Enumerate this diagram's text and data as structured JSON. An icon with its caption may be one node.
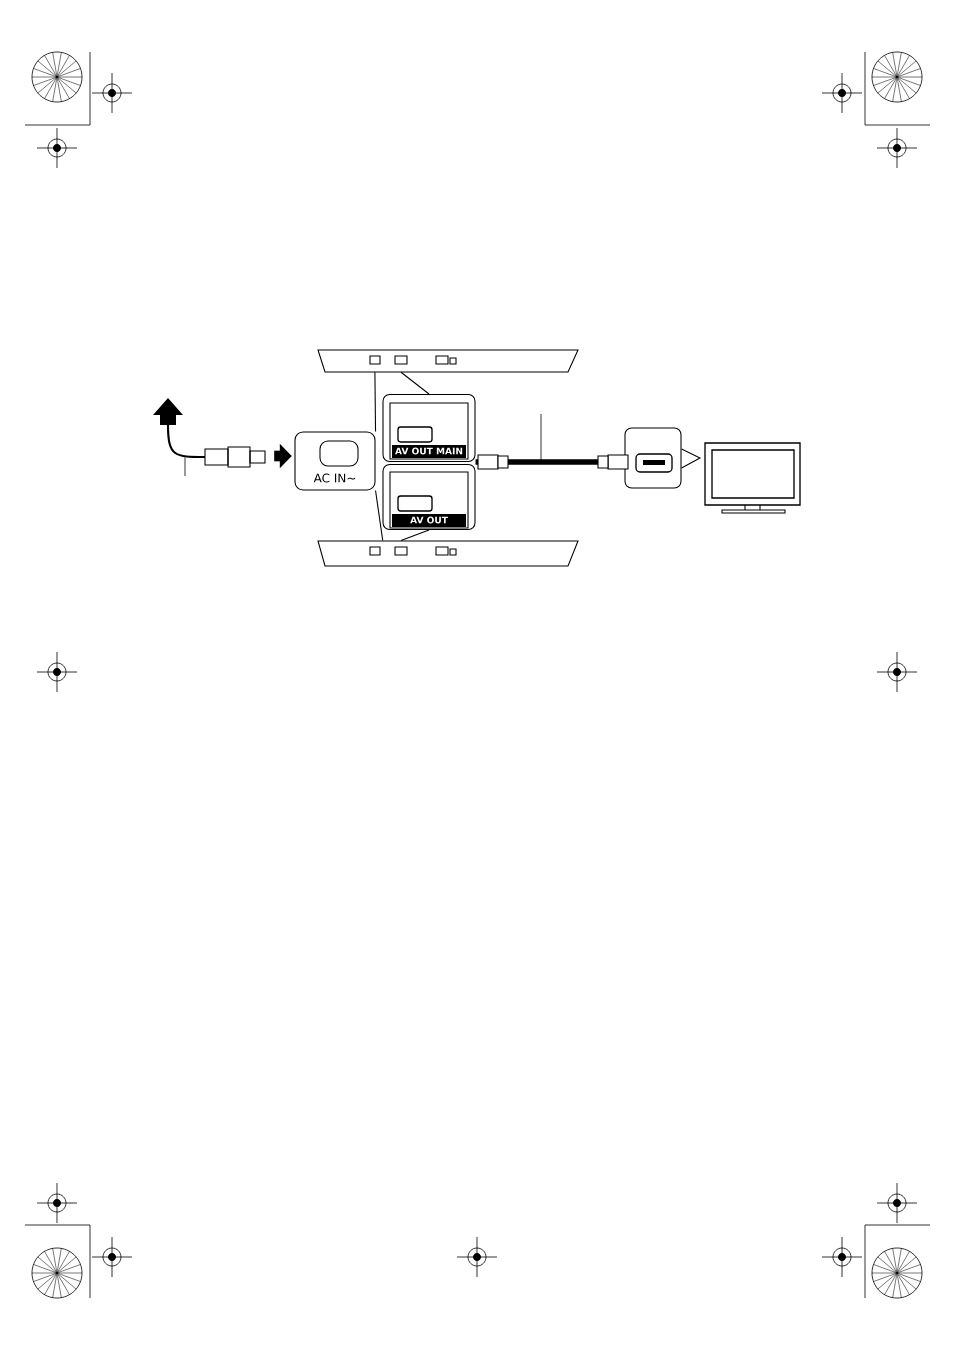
{
  "diagram": {
    "nodes": [
      {
        "text": [],
        "shape": "box"
      },
      {
        "text": [],
        "shape": "box"
      },
      {
        "text": [
          "AC IN∼"
        ]
      },
      {
        "text": [
          "AV OUT MAIN"
        ]
      },
      {
        "text": [
          "AV OUT"
        ]
      },
      {
        "text": [],
        "shape": "box"
      },
      {
        "text": [],
        "shape": "monitor"
      },
      {
        "text": [],
        "shape": "plug"
      }
    ],
    "edges": [
      {
        "from": 2,
        "to": 0,
        "arrow": "none"
      },
      {
        "from": 2,
        "to": 1,
        "arrow": "none"
      },
      {
        "from": 3,
        "to": 0,
        "arrow": "none"
      },
      {
        "from": 4,
        "to": 1,
        "arrow": "none"
      },
      {
        "from": 7,
        "to": 2,
        "arrow": "to",
        "style": "thick"
      },
      {
        "from": 3,
        "to": 5,
        "arrow": "other",
        "style": "thick"
      },
      {
        "from": 5,
        "to": 6,
        "arrow": "none"
      },
      {
        "from": null,
        "to": 7,
        "arrow": "none"
      }
    ]
  }
}
